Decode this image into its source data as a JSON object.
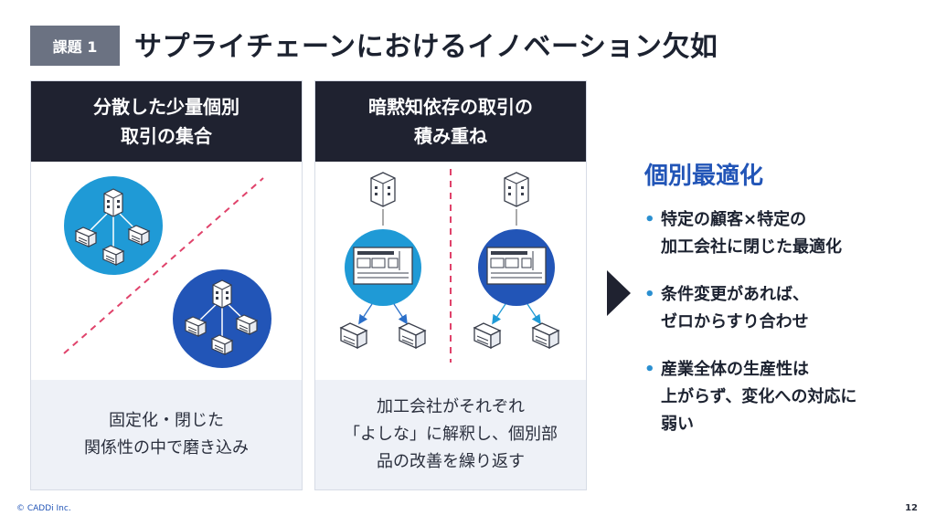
{
  "header": {
    "tag": "課題 1",
    "title": "サプライチェーンにおけるイノベーション欠如"
  },
  "columns": [
    {
      "head_line1": "分散した少量個別",
      "head_line2": "取引の集合",
      "foot_line1": "固定化・閉じた",
      "foot_line2": "関係性の中で磨き込み"
    },
    {
      "head_line1": "暗黙知依存の取引の",
      "head_line2": "積み重ね",
      "foot_line1": "加工会社がそれぞれ",
      "foot_line2": "「よしな」に解釈し、個別部",
      "foot_line3": "品の改善を繰り返す"
    }
  ],
  "right": {
    "title": "個別最適化",
    "bullets": [
      {
        "line1": "特定の顧客×特定の",
        "line2": "加工会社に閉じた最適化"
      },
      {
        "line1": "条件変更があれば、",
        "line2": "ゼロからすり合わせ"
      },
      {
        "line1": "産業全体の生産性は",
        "line2": "上がらず、変化への対応に",
        "line3": "弱い"
      }
    ]
  },
  "footer": {
    "copyright": "© CADDi Inc.",
    "page_number": "12"
  },
  "colors": {
    "dark": "#1f2230",
    "accent_blue": "#2255b7",
    "light_blue": "#1f9ad6",
    "red_dash": "#e0436b"
  },
  "icons": [
    "building-icon",
    "factory-icon",
    "drawing-icon",
    "play-triangle-icon"
  ]
}
